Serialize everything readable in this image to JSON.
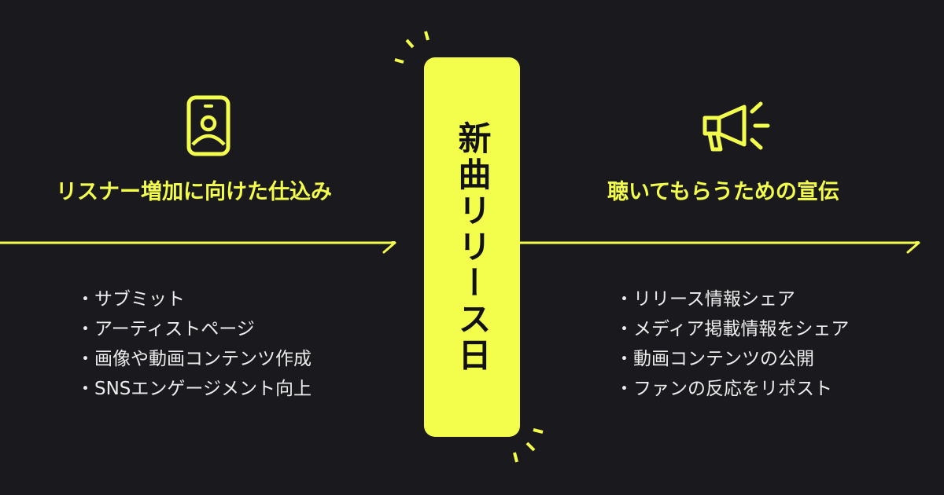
{
  "center": {
    "title": "新曲リリース日"
  },
  "left": {
    "icon": "smartphone-profile-icon",
    "heading": "リスナー増加に向けた仕込み",
    "items": [
      "サブミット",
      "アーティストページ",
      "画像や動画コンテンツ作成",
      "SNSエンゲージメント向上"
    ]
  },
  "right": {
    "icon": "megaphone-icon",
    "heading": "聴いてもらうための宣伝",
    "items": [
      "リリース情報シェア",
      "メディア掲載情報をシェア",
      "動画コンテンツの公開",
      "ファンの反応をリポスト"
    ]
  },
  "colors": {
    "background": "#1a191e",
    "accent": "#f2fd4c",
    "text": "#ececec",
    "pill_text": "#121116"
  }
}
